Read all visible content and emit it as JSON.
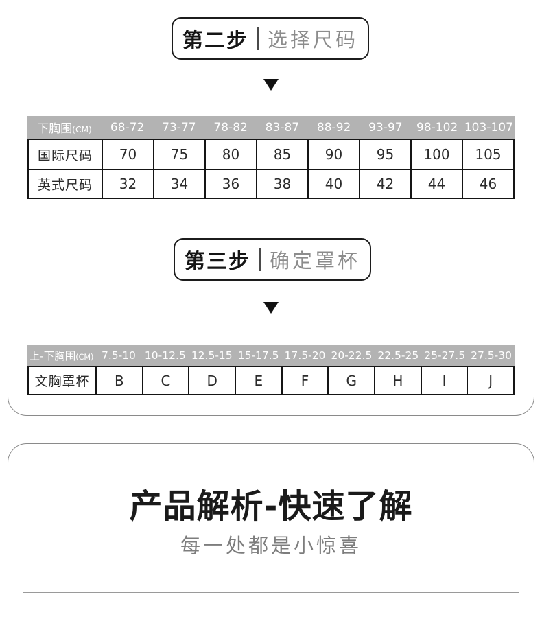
{
  "colors": {
    "panel_border": "#8a8a8a",
    "table_header_bg": "#b3b3b3",
    "table_header_text": "#ffffff",
    "cell_border": "#151515",
    "muted_text": "#8c8c8c"
  },
  "step2": {
    "step": "第二步",
    "title": "选择尺码"
  },
  "step3": {
    "step": "第三步",
    "title": "确定罩杯"
  },
  "band_table": {
    "header_label": "下胸围",
    "header_unit": "(CM)",
    "header_cols": [
      "68-72",
      "73-77",
      "78-82",
      "83-87",
      "88-92",
      "93-97",
      "98-102",
      "103-107"
    ],
    "rows": [
      {
        "label": "国际尺码",
        "values": [
          "70",
          "75",
          "80",
          "85",
          "90",
          "95",
          "100",
          "105"
        ]
      },
      {
        "label": "英式尺码",
        "values": [
          "32",
          "34",
          "36",
          "38",
          "40",
          "42",
          "44",
          "46"
        ]
      }
    ]
  },
  "cup_table": {
    "header_label": "上-下胸围",
    "header_unit": "(CM)",
    "header_cols": [
      "7.5-10",
      "10-12.5",
      "12.5-15",
      "15-17.5",
      "17.5-20",
      "20-22.5",
      "22.5-25",
      "25-27.5",
      "27.5-30"
    ],
    "rows": [
      {
        "label": "文胸罩杯",
        "values": [
          "B",
          "C",
          "D",
          "E",
          "F",
          "G",
          "H",
          "I",
          "J"
        ]
      }
    ]
  },
  "analysis": {
    "title": "产品解析-快速了解",
    "subtitle": "每一处都是小惊喜"
  }
}
